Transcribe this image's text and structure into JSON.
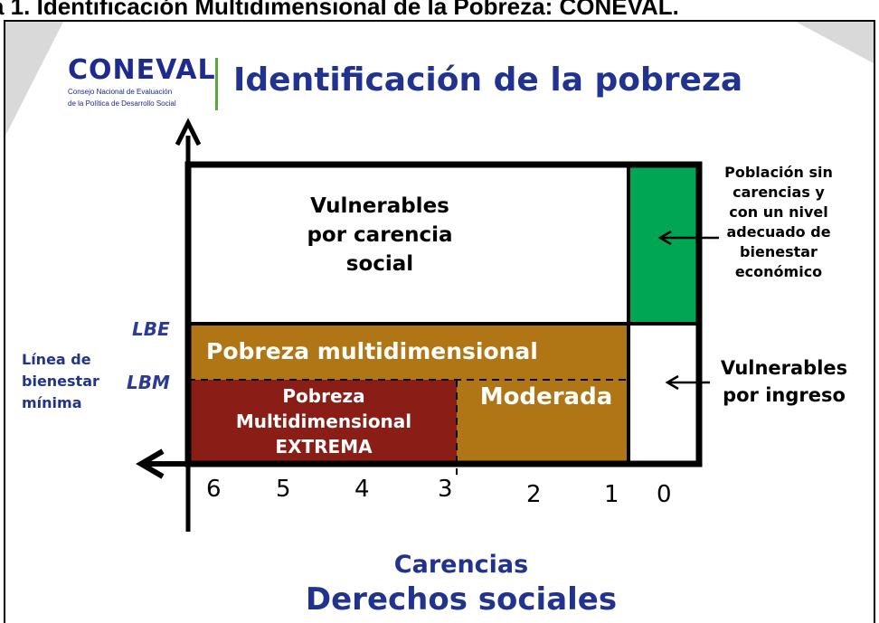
{
  "caption": "a 1. Identificación Multidimensional de la Pobreza: CONEVAL.",
  "logo": {
    "word": "CONEVAL",
    "sub1": "Consejo Nacional de Evaluación",
    "sub2": "de la Política de Desarrollo Social"
  },
  "title": "Identificación de la pobreza",
  "regions": {
    "vulnerables_carencia": [
      "Vulnerables",
      "por carencia",
      "social"
    ],
    "pobreza_multi": "Pobreza multidimensional",
    "extrema": [
      "Pobreza",
      "Multidimensional",
      "EXTREMA"
    ],
    "moderada": "Moderada"
  },
  "side_labels": {
    "sin_carencias": [
      "Población sin",
      "carencias y",
      "con un nivel",
      "adecuado de",
      "bienestar",
      "económico"
    ],
    "vulnerables_ingreso": [
      "Vulnerables",
      "por ingreso"
    ],
    "linea_minima": [
      "Línea de",
      "bienestar",
      "mínima"
    ]
  },
  "y_markers": {
    "lbe": "LBE",
    "lbm": "LBM"
  },
  "x_ticks": [
    "6",
    "5",
    "4",
    "3",
    "2",
    "1",
    "0"
  ],
  "x_axis": {
    "line1": "Carencias",
    "line2": "Derechos sociales"
  },
  "colors": {
    "green": "#00a651",
    "orange": "#b07514",
    "darkred": "#8b1d17",
    "title_blue": "#22338f"
  }
}
